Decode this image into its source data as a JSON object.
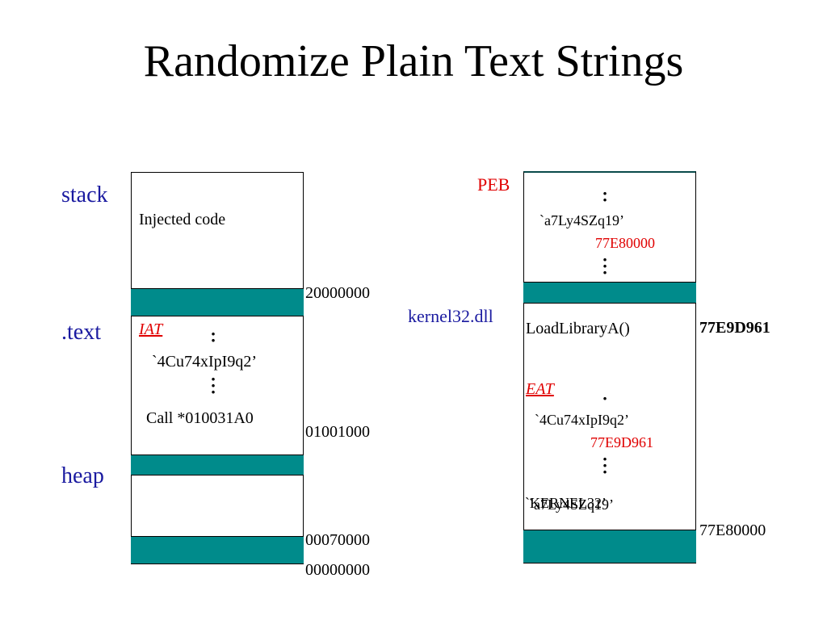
{
  "title": "Randomize Plain Text Strings",
  "left": {
    "region_labels": {
      "stack": "stack",
      "text": ".text",
      "heap": "heap"
    },
    "injected_code": "Injected code",
    "iat_label": "IAT",
    "iat_string": "`4Cu74xIpI9q2’",
    "call_instruction": "Call *010031A0",
    "addresses": {
      "a1": "20000000",
      "a2": "01001000",
      "a3": "00070000",
      "a4": "00000000"
    }
  },
  "right": {
    "peb_label": "PEB",
    "kernel_label": "kernel32.dll",
    "peb_string": "`a7Ly4SZq19’",
    "peb_addr": "77E80000",
    "load_library": "LoadLibraryA()",
    "load_library_addr": "77E9D961",
    "eat_label": "EAT",
    "eat_string": "`4Cu74xIpI9q2’",
    "eat_addr": "77E9D961",
    "overlap_string_1": "`KERNEL32’",
    "overlap_string_2": "`a7Ly4SZq19’",
    "base_addr": "77E80000"
  },
  "colors": {
    "band": "#008b8b",
    "label_blue": "#1a1aa0",
    "accent_red": "#e00000"
  }
}
